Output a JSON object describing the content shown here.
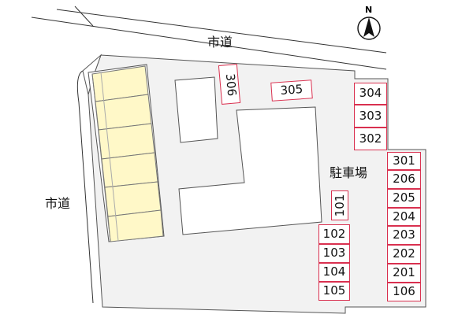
{
  "roads": {
    "top_label": "市道",
    "left_label": "市道"
  },
  "parking_label": "駐車場",
  "compass": {
    "label": "N",
    "icon": "north-arrow-icon"
  },
  "colors": {
    "stall_border": "#d9304f",
    "lot_fill": "#f2f2f2",
    "building_fill": "#ffffff",
    "highlight": "#fff8c8"
  },
  "stalls": {
    "s306": "306",
    "s305": "305",
    "s304": "304",
    "s303": "303",
    "s302": "302",
    "s301": "301",
    "s206": "206",
    "s205": "205",
    "s204": "204",
    "s203": "203",
    "s202": "202",
    "s201": "201",
    "s106": "106",
    "s101": "101",
    "s102": "102",
    "s103": "103",
    "s104": "104",
    "s105": "105"
  }
}
